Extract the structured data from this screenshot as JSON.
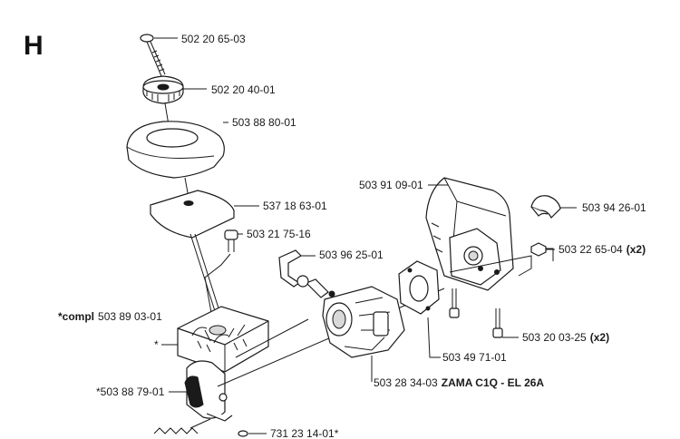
{
  "section_letter": "H",
  "labels": {
    "screw_top": "502 20 65-03",
    "knob": "502 20 40-01",
    "filter_cover": "503 88 80-01",
    "filter": "537 18 63-01",
    "screw_small": "503 21 75-16",
    "clip": "503 96 25-01",
    "compl_prefix": "*compl",
    "compl_num": "503 89 03-01",
    "star": "*",
    "housing_part": "*503 88 79-01",
    "spring_part": "731 23 14-01*",
    "shroud": "503 91 09-01",
    "cap": "503 94 26-01",
    "nut_num": "503 22 65-04",
    "nut_qty": "(x2)",
    "bolt_num": "503 20 03-25",
    "bolt_qty": "(x2)",
    "gasket": "503 49 71-01",
    "carb_num": "503 28 34-03",
    "carb_model": "ZAMA C1Q - EL 26A"
  }
}
